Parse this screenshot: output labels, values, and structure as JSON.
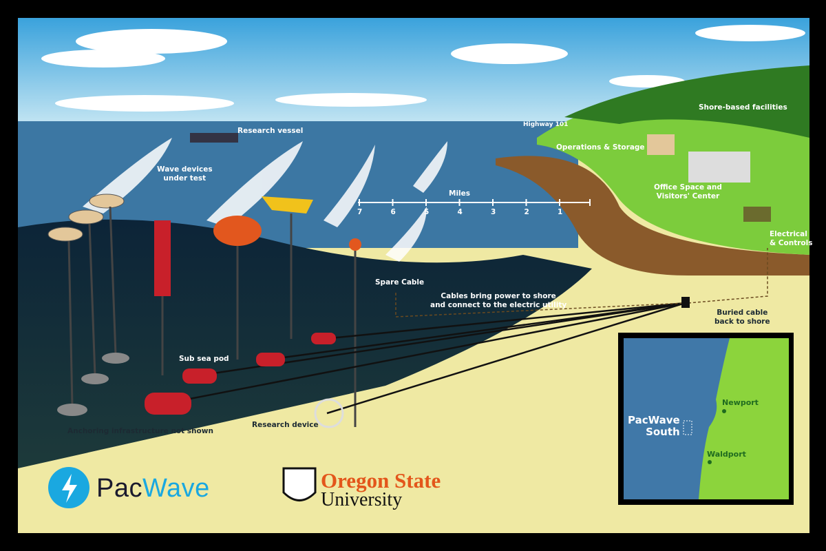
{
  "labels": {
    "research_vessel": "Research vessel",
    "wave_devices": "Wave devices\nunder test",
    "miles": "Miles",
    "mile_ticks": [
      "7",
      "6",
      "5",
      "4",
      "3",
      "2",
      "1"
    ],
    "highway": "Highway 101",
    "shore_facilities": "Shore-based facilities",
    "operations": "Operations & Storage",
    "office": "Office Space and\nVisitors' Center",
    "electrical": "Electrical\n& Controls",
    "spare_cable": "Spare Cable",
    "cables_power": "Cables bring power to shore\nand connect to the electric utility",
    "buried_cable": "Buried cable\nback to shore",
    "sub_sea_pod": "Sub sea pod",
    "anchoring": "Anchoring infrastructure not shown",
    "research_device": "Research device"
  },
  "map": {
    "site": "PacWave\nSouth",
    "towns": [
      "Newport",
      "Waldport"
    ]
  },
  "logos": {
    "pacwave_a": "Pac",
    "pacwave_b": "Wave",
    "osu_line1": "Oregon State",
    "osu_line2": "University"
  },
  "colors": {
    "sky": "#5fb6e0",
    "ocean": "#3c77a3",
    "deep": "#0f2a3e",
    "sand": "#efe9a3",
    "land": "#7ccc3c",
    "device": "#e2571e",
    "brand_blue": "#1aa8e0",
    "osu_orange": "#e3561b"
  }
}
